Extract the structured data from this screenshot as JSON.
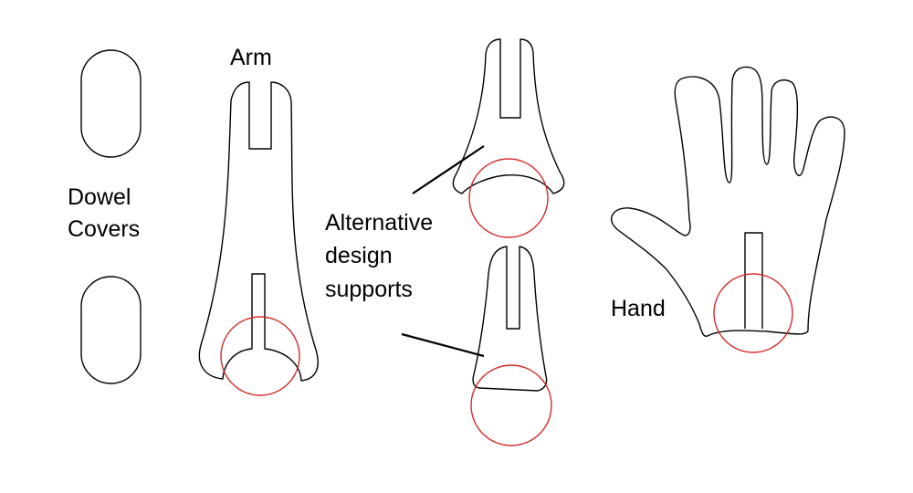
{
  "labels": {
    "arm": "Arm",
    "dowel_line1": "Dowel",
    "dowel_line2": "Covers",
    "alt_line1": "Alternative",
    "alt_line2": "design",
    "alt_line3": "supports",
    "hand": "Hand"
  },
  "colors": {
    "outline": "#000000",
    "joint_circle": "#d42a2a",
    "background": "#ffffff"
  }
}
